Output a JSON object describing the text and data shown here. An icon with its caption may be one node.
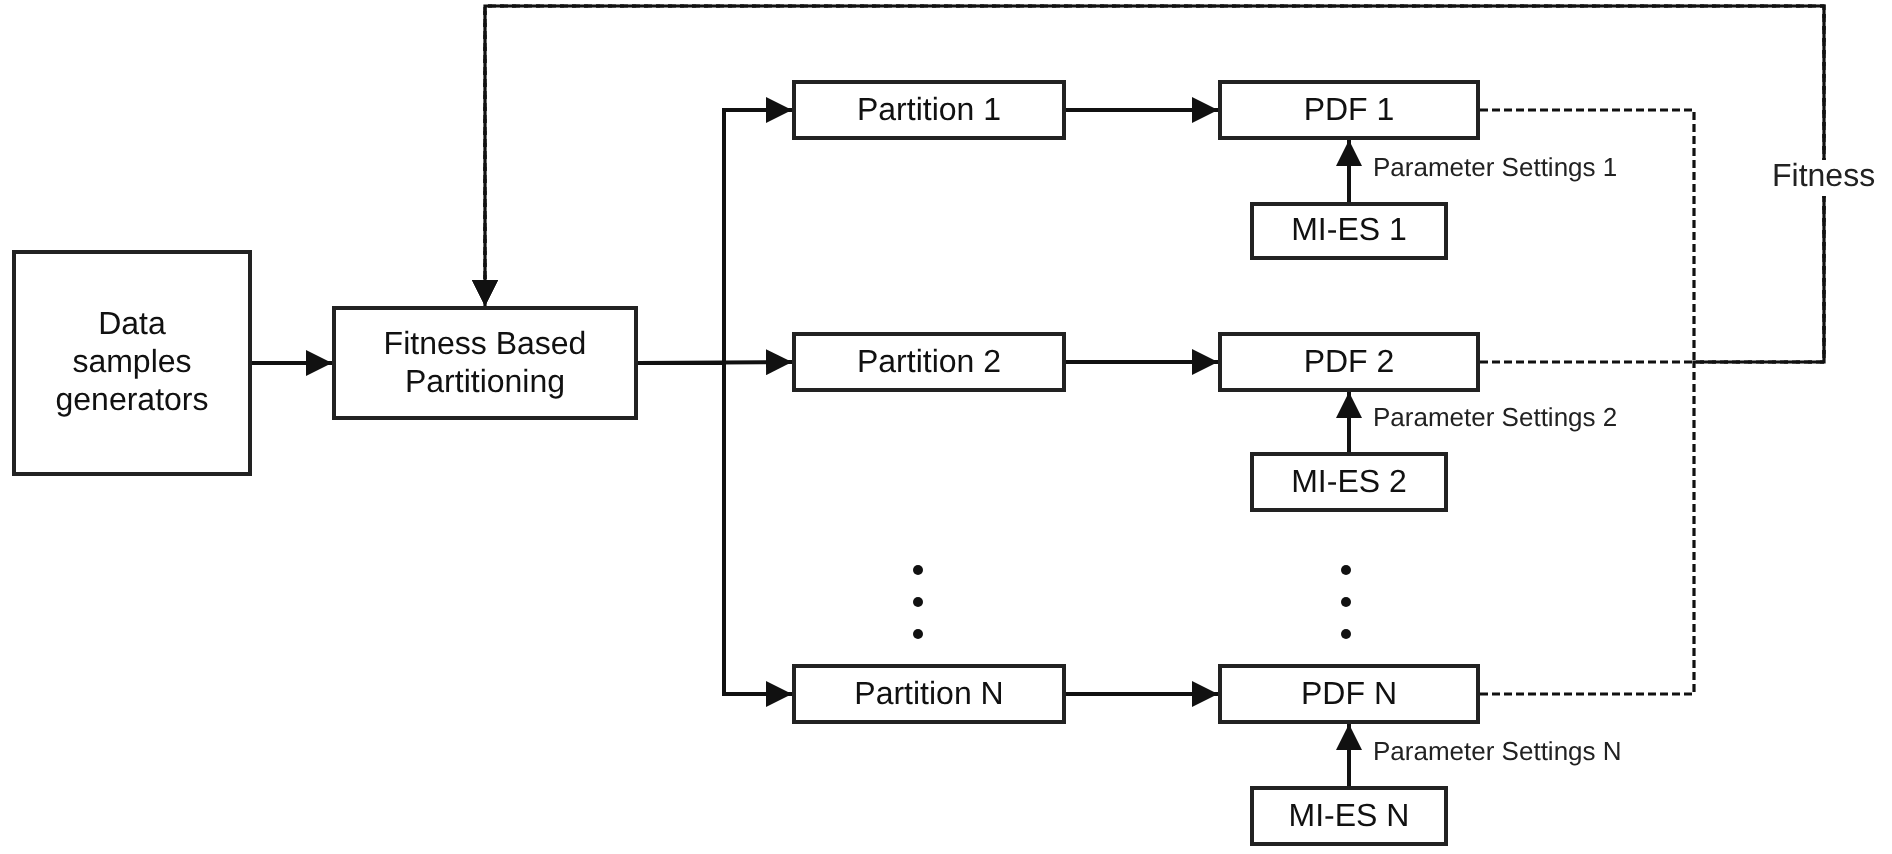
{
  "diagram": {
    "nodes": [
      {
        "text": [
          "Data samples generators"
        ]
      },
      {
        "text": [
          "Fitness Based Partitioning"
        ]
      },
      {
        "text": [
          "Partition 1"
        ]
      },
      {
        "text": [
          "PDF 1"
        ]
      },
      {
        "text": [
          "MI-ES 1"
        ]
      },
      {
        "text": [
          "Partition 2"
        ]
      },
      {
        "text": [
          "PDF 2"
        ]
      },
      {
        "text": [
          "MI-ES 2"
        ]
      },
      {
        "text": [
          "Partition N"
        ]
      },
      {
        "text": [
          "PDF N"
        ]
      },
      {
        "text": [
          "MI-ES N"
        ]
      }
    ],
    "edges": [
      {
        "from": 0,
        "to": 1,
        "arrow": "to"
      },
      {
        "from": 1,
        "to": 2,
        "arrow": "to"
      },
      {
        "from": 1,
        "to": 5,
        "arrow": "to"
      },
      {
        "from": 1,
        "to": 8,
        "arrow": "to"
      },
      {
        "from": 2,
        "to": 3,
        "arrow": "to"
      },
      {
        "from": 5,
        "to": 6,
        "arrow": "to"
      },
      {
        "from": 8,
        "to": 9,
        "arrow": "to"
      },
      {
        "from": 4,
        "to": 3,
        "arrow": "to",
        "label": "Parameter Settings 1"
      },
      {
        "from": 7,
        "to": 6,
        "arrow": "to",
        "label": "Parameter Settings 2"
      },
      {
        "from": 10,
        "to": 9,
        "arrow": "to",
        "label": "Parameter Settings N"
      },
      {
        "from": 3,
        "to": 1,
        "arrow": "to",
        "style": "dashed"
      },
      {
        "from": 6,
        "to": 1,
        "arrow": "to",
        "style": "dashed",
        "label": "Fitness"
      },
      {
        "from": 9,
        "to": 1,
        "arrow": "to",
        "style": "dashed"
      }
    ]
  }
}
